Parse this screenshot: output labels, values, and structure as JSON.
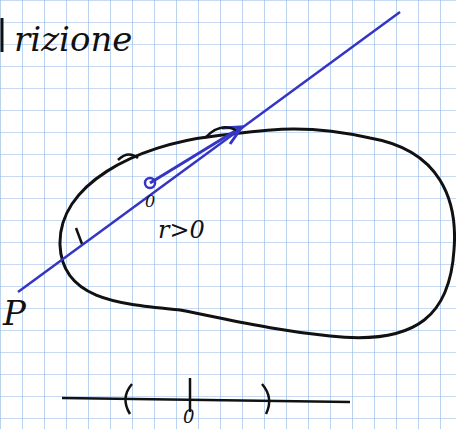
{
  "diagram": {
    "labels": [
      "rizione",
      "0",
      "r>0",
      "0",
      "P"
    ]
  }
}
